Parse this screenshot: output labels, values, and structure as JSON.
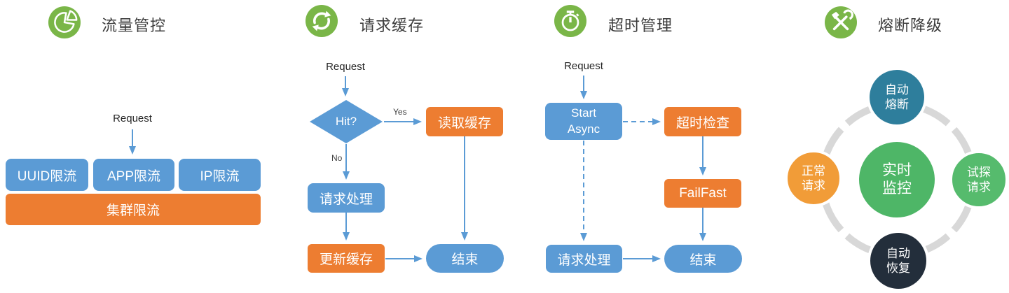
{
  "colors": {
    "flow_blue": "#5B9BD5",
    "flow_orange": "#ED7D31",
    "icon_green": "#7AB648",
    "ring_gray": "#D8D8D8",
    "circle_teal": "#2E7E9C",
    "circle_orange": "#F19C38",
    "circle_green": "#4EB667",
    "circle_green_light": "#56BB6D",
    "circle_dark": "#232E3B"
  },
  "traffic": {
    "title": "流量管控",
    "icon": "pie-chart-icon",
    "request_label": "Request",
    "uuid_box": "UUID限流",
    "app_box": "APP限流",
    "ip_box": "IP限流",
    "cluster_box": "集群限流"
  },
  "cache": {
    "title": "请求缓存",
    "icon": "refresh-icon",
    "request_label": "Request",
    "decision": "Hit?",
    "yes_label": "Yes",
    "no_label": "No",
    "read_cache": "读取缓存",
    "process": "请求处理",
    "update_cache": "更新缓存",
    "end": "结束"
  },
  "timeout": {
    "title": "超时管理",
    "icon": "stopwatch-icon",
    "request_label": "Request",
    "start_line1": "Start",
    "start_line2": "Async",
    "timeout_check": "超时检查",
    "failfast": "FailFast",
    "process": "请求处理",
    "end": "结束"
  },
  "breaker": {
    "title": "熔断降级",
    "icon": "tools-icon",
    "top_circle": {
      "line1": "自动",
      "line2": "熔断"
    },
    "left_circle": {
      "line1": "正常",
      "line2": "请求"
    },
    "center_circle": {
      "line1": "实时",
      "line2": "监控"
    },
    "right_circle": {
      "line1": "试探",
      "line2": "请求"
    },
    "bottom_circle": {
      "line1": "自动",
      "line2": "恢复"
    }
  }
}
